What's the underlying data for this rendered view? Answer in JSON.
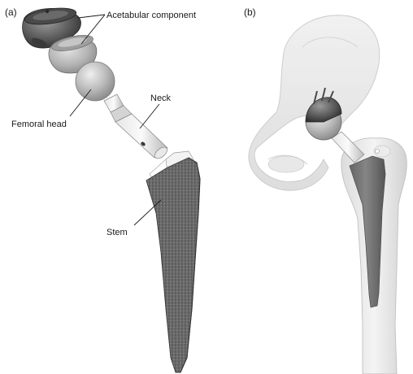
{
  "figure": {
    "panels": [
      {
        "letter": "(a)",
        "labels": {
          "acetabular": "Acetabular component",
          "femoral_head": "Femoral head",
          "neck": "Neck",
          "stem": "Stem"
        }
      },
      {
        "letter": "(b)"
      }
    ]
  }
}
